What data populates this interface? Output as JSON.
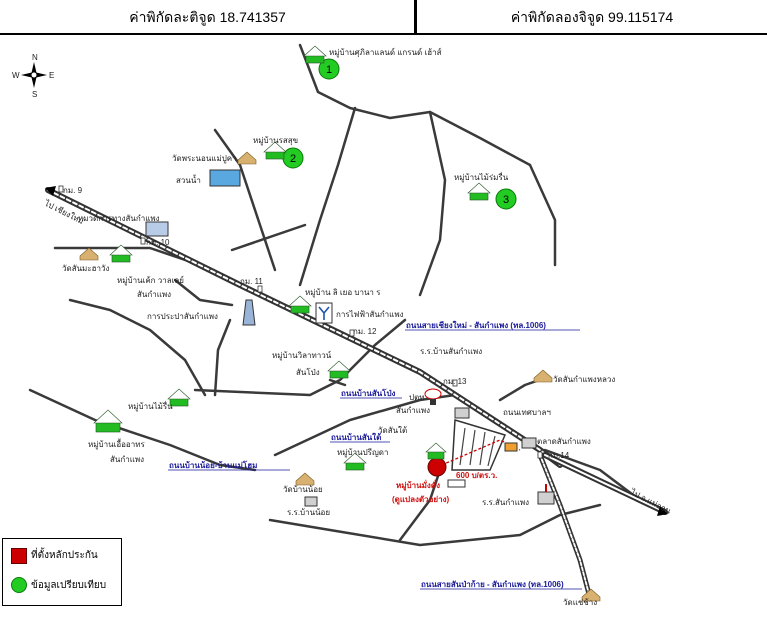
{
  "header": {
    "latitude_label": "ค่าพิกัดละติจูด 18.741357",
    "longitude_label": "ค่าพิกัดลองจิจูด 99.115174"
  },
  "compass": {
    "n": "N",
    "s": "S",
    "e": "E",
    "w": "W"
  },
  "places": {
    "v1": "หมู่บ้านศุภิลาแลนด์ แกรนด์ เฮ้าส์",
    "v2": "หมู่บ้านรสสุข",
    "v3": "หมู่บ้านไม้ร่มรื่น",
    "temple_maepuka": "วัดพระนอนแม่ปูคา",
    "waterpark": "สวนน้ำ",
    "km9": "กม. 9",
    "to_chiangmai": "ไป เชียงใหม่",
    "highway_office": "หมวดการทางสันกำแพง",
    "km10": "กม. 10",
    "temple_mahawan": "วัดสันมะฮาวัง",
    "v_wali": "หมู่บ้านเค้ก วาลเลย์",
    "sankamphaeng": "สันกำแพง",
    "km11": "กม. 11",
    "waterworks": "การประปาสันกำแพง",
    "v_lanna": "หมู่บ้าน ลิ เยอ บานา ร",
    "electricity": "การไฟฟ้าสันกำแพง",
    "km12": "กม. 12",
    "v_town": "หมู่บ้านวิลาทาวน์",
    "sanpong": "สันโป่ง",
    "school1": "ร.ร.บ้านสันกำแพง",
    "km13": "กม. 13",
    "temple_luang": "วัดสันกำแพงหลวง",
    "v_mairuen": "หมู่บ้านไม้รื่น",
    "v_chueaathorn": "หมู่บ้านเอื้ออาทร",
    "sankamphaeng2": "สันกำแพง",
    "ptt": "ปตท",
    "sankamphaeng3": "สันกำแพง",
    "watsantai": "วัดสันใต้",
    "market": "ตลาดสันกำแพง",
    "km14": "กม.14",
    "v_pranee": "หมู่บ้านปรีญดา",
    "temple_noi": "วัดบ้านน้อย",
    "school_noi": "ร.ร.บ้านน้อย",
    "subject_village": "หมู่บ้านมั่งคั่ง",
    "subject_detail": "(ดูแปลงตัวอย่าง)",
    "school2": "ร.ร.สันกำแพง",
    "to_phrao": "ไป อ.แม่ออน",
    "temple_sri": "วัดแช่ช้าง",
    "price_tag": "600 บ/ตร.ว."
  },
  "roads": {
    "r1006_top": "ถนนสายเชียงใหม่ - สันกำแพง (ทล.1006)",
    "sanpong_road": "ถนนบ้านสันโป่ง",
    "santai_road": "ถนนบ้านสันใต้",
    "noi_road": "ถนนบ้านน้อย-บ้านแม่โฮม",
    "r1006_bottom": "ถนนสายสันป่าก้าย - สันกำแพง (ทล.1006)",
    "kingroad": "ถนนเทศบาลฯ"
  },
  "markers": {
    "m1": "1",
    "m2": "2",
    "m3": "3"
  },
  "legend": {
    "subject": "ที่ตั้งหลักประกัน",
    "comparable": "ข้อมูลเปรียบเทียบ",
    "subject_color": "#cc0000",
    "comparable_color": "#22cc22"
  }
}
